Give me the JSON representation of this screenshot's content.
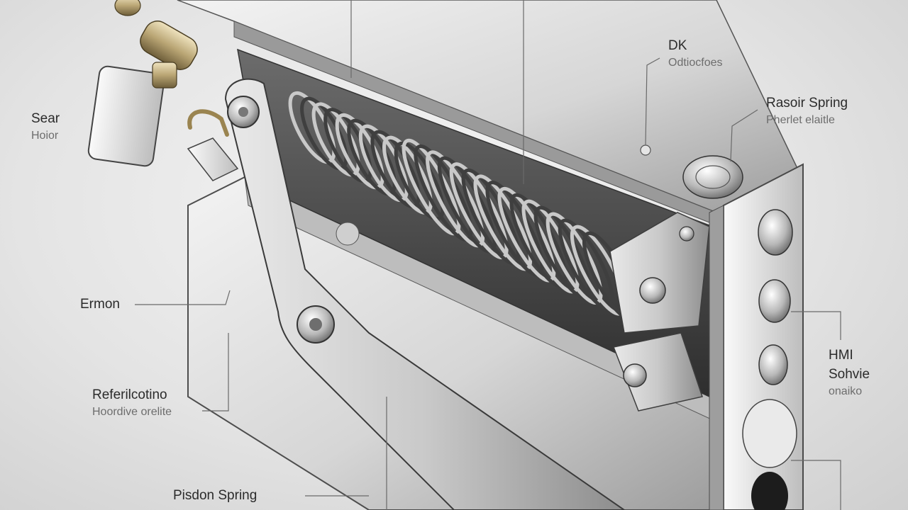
{
  "labels": {
    "seat_hoior": {
      "title": "Sear",
      "sub": "Hoior"
    },
    "dk": {
      "title": "DK",
      "sub": "Odtiocfoes"
    },
    "rasoir_spring": {
      "title": "Rasoir Spring",
      "sub": "Pherlet elaitle"
    },
    "ermon": {
      "title": "Ermon",
      "sub": ""
    },
    "referiicotino": {
      "title": "Referilcotino",
      "sub": "Hoordive orelite"
    },
    "hmi_sohvie": {
      "title": "HMI",
      "sub": "Sohvie",
      "sub2": "onaiko"
    },
    "piston_spring": {
      "title": "Pisdon Spring",
      "sub": ""
    }
  },
  "colors": {
    "housing": "#dcdcdc",
    "housing_shadow": "#a9a9a9",
    "spring": "#5a5a5a",
    "brass": "#b9a574",
    "leader_line": "#6a6a6a"
  },
  "icons": [
    "spring-coil",
    "lever-arm",
    "bolt-head",
    "brass-fitting"
  ]
}
